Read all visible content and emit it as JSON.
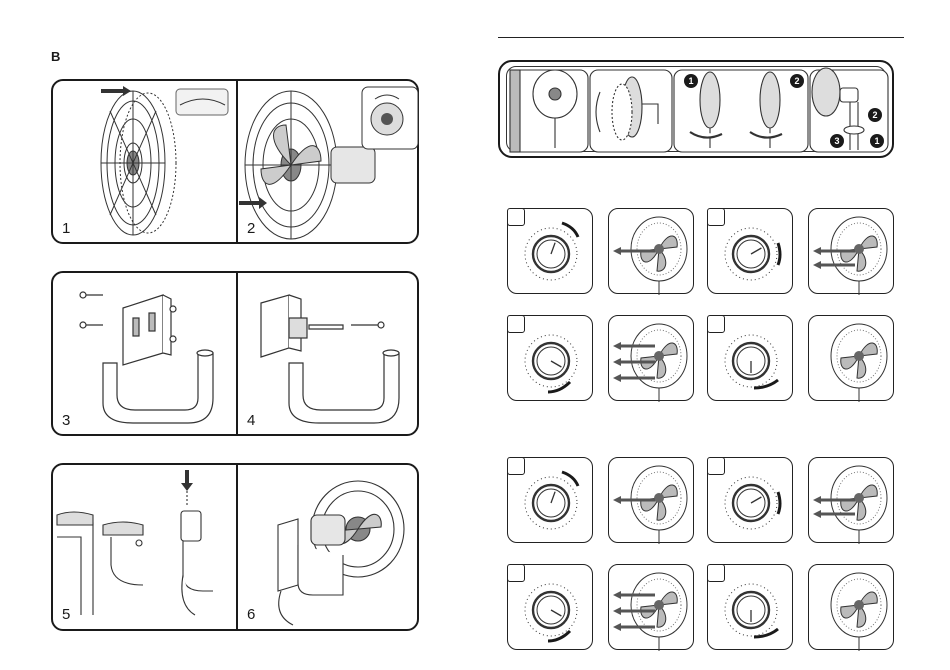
{
  "section_letter": "B",
  "steps": [
    "1",
    "2",
    "3",
    "4",
    "5",
    "6"
  ],
  "top_strip": {
    "badges": [
      "1",
      "2",
      "1",
      "2",
      "3"
    ]
  },
  "setting_groups": [
    {
      "tiles": [
        {
          "arrows": 1
        },
        {
          "arrows": 2
        },
        {
          "arrows": 3
        },
        {
          "arrows": 0
        }
      ]
    },
    {
      "tiles": [
        {
          "arrows": 1
        },
        {
          "arrows": 2
        },
        {
          "arrows": 3
        },
        {
          "arrows": 0
        }
      ]
    }
  ]
}
